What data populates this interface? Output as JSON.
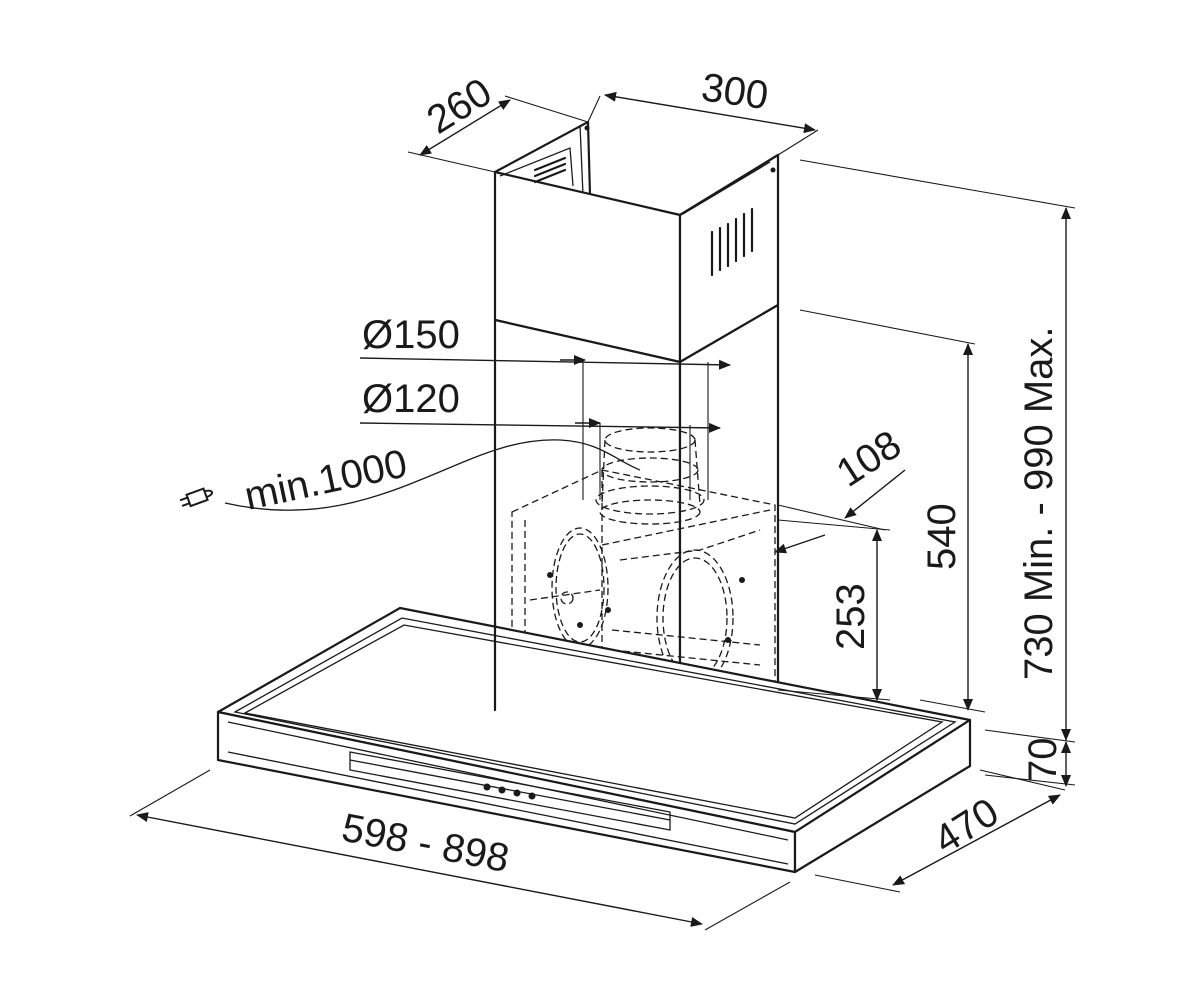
{
  "dimensions": {
    "depth_chimney": "260",
    "width_chimney": "300",
    "duct_outer": "Ø150",
    "duct_inner": "Ø120",
    "cable_length": "min.1000",
    "offset_108": "108",
    "height_540": "540",
    "height_253": "253",
    "chimney_height_range": "730 Min. - 990 Max.",
    "canopy_thickness": "70",
    "canopy_depth": "470",
    "canopy_width_range": "598 - 898"
  },
  "icons": {
    "plug": "plug-icon"
  },
  "colors": {
    "line": "#1a1a1a",
    "background": "#ffffff"
  }
}
